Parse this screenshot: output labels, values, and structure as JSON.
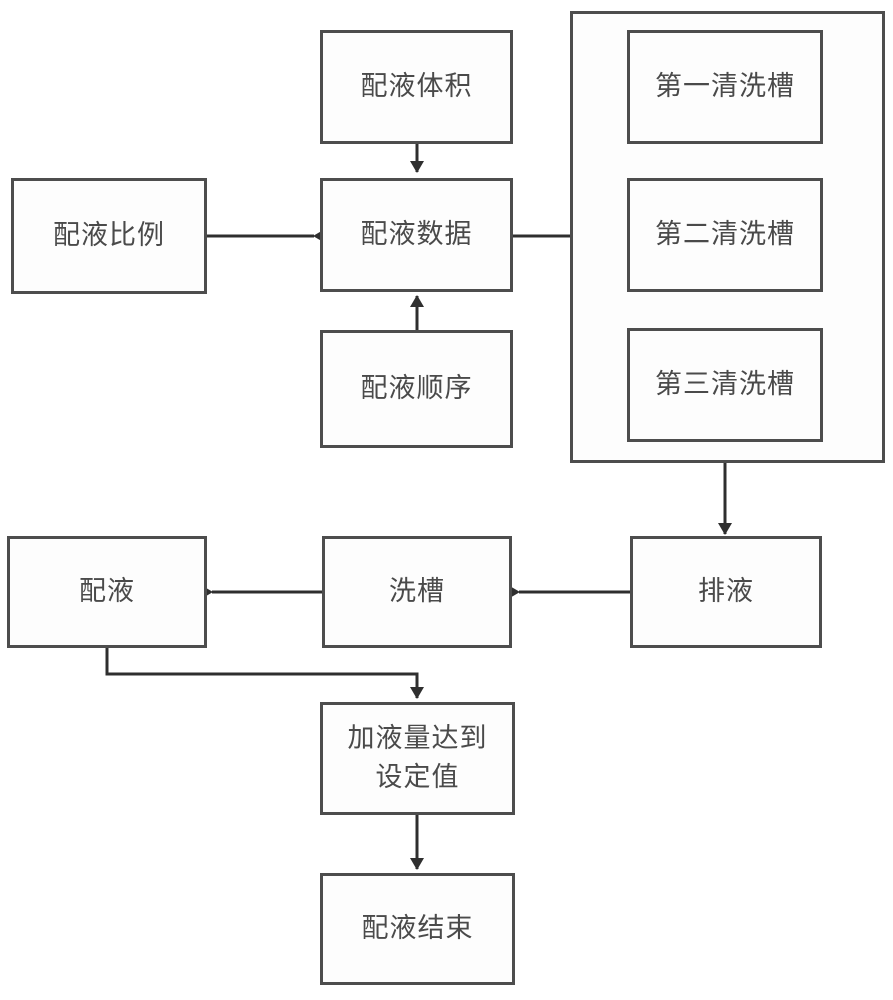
{
  "diagram": {
    "title_text": "",
    "accent_color": "#4d4d4d",
    "text_color": "#4a4a4a",
    "background_color": "#ffffff",
    "nodes": {
      "mix_volume": "配液体积",
      "mix_ratio": "配液比例",
      "mix_data": "配液数据",
      "mix_order": "配液顺序",
      "tank_1": "第一清洗槽",
      "tank_2": "第二清洗槽",
      "tank_3": "第三清洗槽",
      "drain": "排液",
      "wash_tank": "洗槽",
      "dispense": "配液",
      "reach_setpoint_line1": "加液量达到",
      "reach_setpoint_line2": "设定值",
      "finish": "配液结束"
    },
    "edges": [
      {
        "name": "volume-to-data",
        "from": "配液体积",
        "to": "配液数据",
        "direction": "down"
      },
      {
        "name": "ratio-to-data",
        "from": "配液比例",
        "to": "配液数据",
        "direction": "right"
      },
      {
        "name": "order-to-data",
        "from": "配液顺序",
        "to": "配液数据",
        "direction": "up"
      },
      {
        "name": "data-to-tanks",
        "from": "配液数据",
        "to": "清洗槽组",
        "direction": "right"
      },
      {
        "name": "tanks-to-drain",
        "from": "清洗槽组",
        "to": "排液",
        "direction": "down"
      },
      {
        "name": "drain-to-wash",
        "from": "排液",
        "to": "洗槽",
        "direction": "left"
      },
      {
        "name": "wash-to-dispense",
        "from": "洗槽",
        "to": "配液",
        "direction": "left"
      },
      {
        "name": "dispense-to-setpoint",
        "from": "配液",
        "to": "加液量达到设定值",
        "direction": "elbow-down"
      },
      {
        "name": "setpoint-to-finish",
        "from": "加液量达到设定值",
        "to": "配液结束",
        "direction": "down"
      }
    ]
  }
}
